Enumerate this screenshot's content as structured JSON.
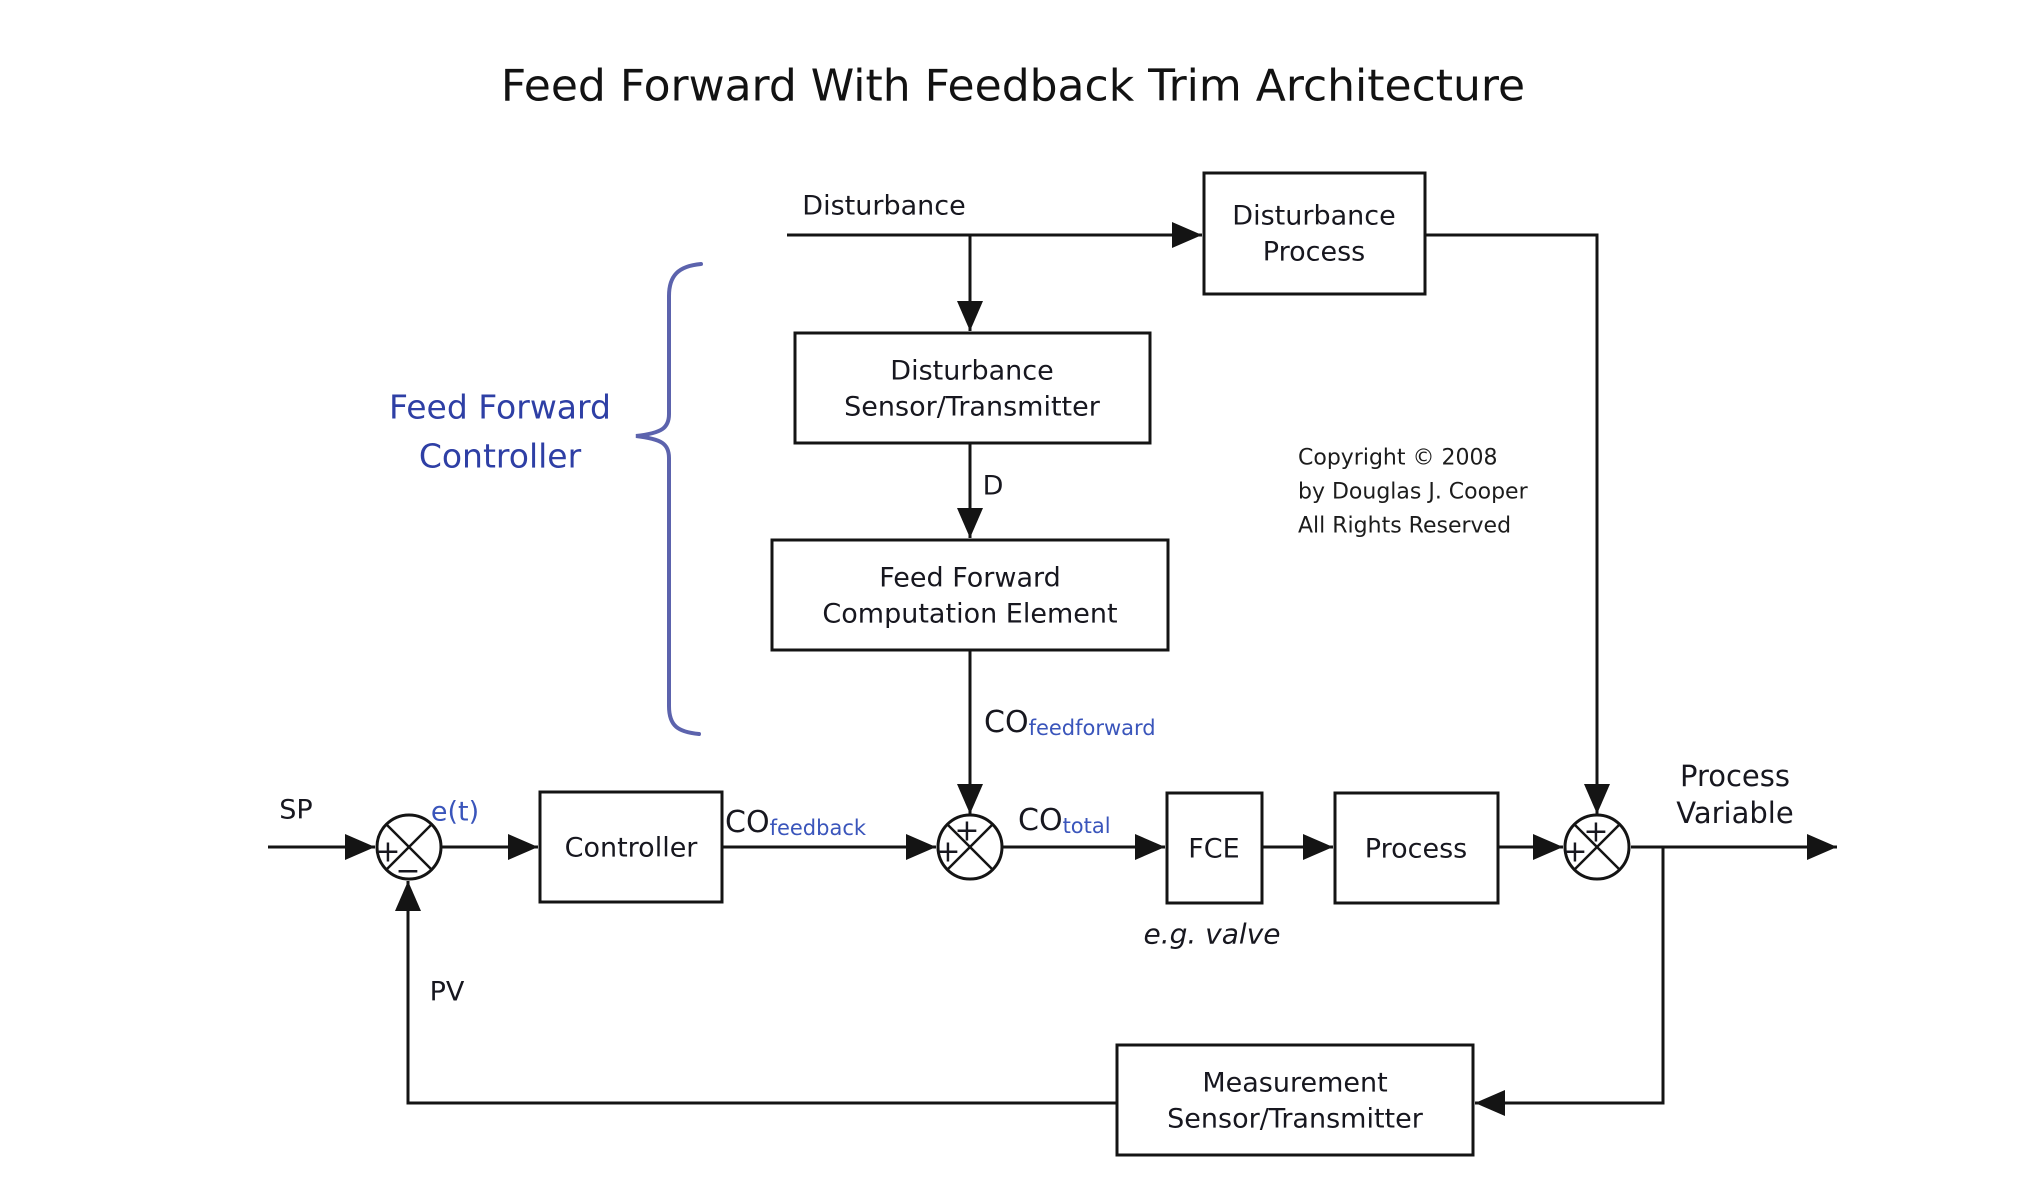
{
  "title": "Feed Forward With Feedback Trim Architecture",
  "colors": {
    "line": "#141414",
    "text": "#17171f",
    "blue_label": "#2e3fa5",
    "brace": "#5c63ad",
    "subscript_blue": "#3a55bb",
    "background": "#ffffff"
  },
  "blocks": {
    "disturbance_process": {
      "line1": "Disturbance",
      "line2": "Process"
    },
    "disturbance_sensor": {
      "line1": "Disturbance",
      "line2": "Sensor/Transmitter"
    },
    "ff_computation": {
      "line1": "Feed Forward",
      "line2": "Computation Element"
    },
    "controller": {
      "label": "Controller"
    },
    "fce": {
      "label": "FCE"
    },
    "process": {
      "label": "Process"
    },
    "measurement": {
      "line1": "Measurement",
      "line2": "Sensor/Transmitter"
    }
  },
  "signals": {
    "disturbance": "Disturbance",
    "d": "D",
    "sp": "SP",
    "error": "e(t)",
    "pv": "PV",
    "co_feedback": {
      "main": "CO",
      "sub": "feedback"
    },
    "co_feedforward": {
      "main": "CO",
      "sub": "feedforward"
    },
    "co_total": {
      "main": "CO",
      "sub": "total"
    },
    "process_variable_line1": "Process",
    "process_variable_line2": "Variable"
  },
  "sum_junctions": {
    "plus": "+",
    "minus": "−"
  },
  "annotations": {
    "ff_controller_line1": "Feed Forward",
    "ff_controller_line2": "Controller",
    "eg_valve": "e.g. valve",
    "copyright_line1": "Copyright © 2008",
    "copyright_line2": "by Douglas J. Cooper",
    "copyright_line3": "All Rights Reserved"
  }
}
